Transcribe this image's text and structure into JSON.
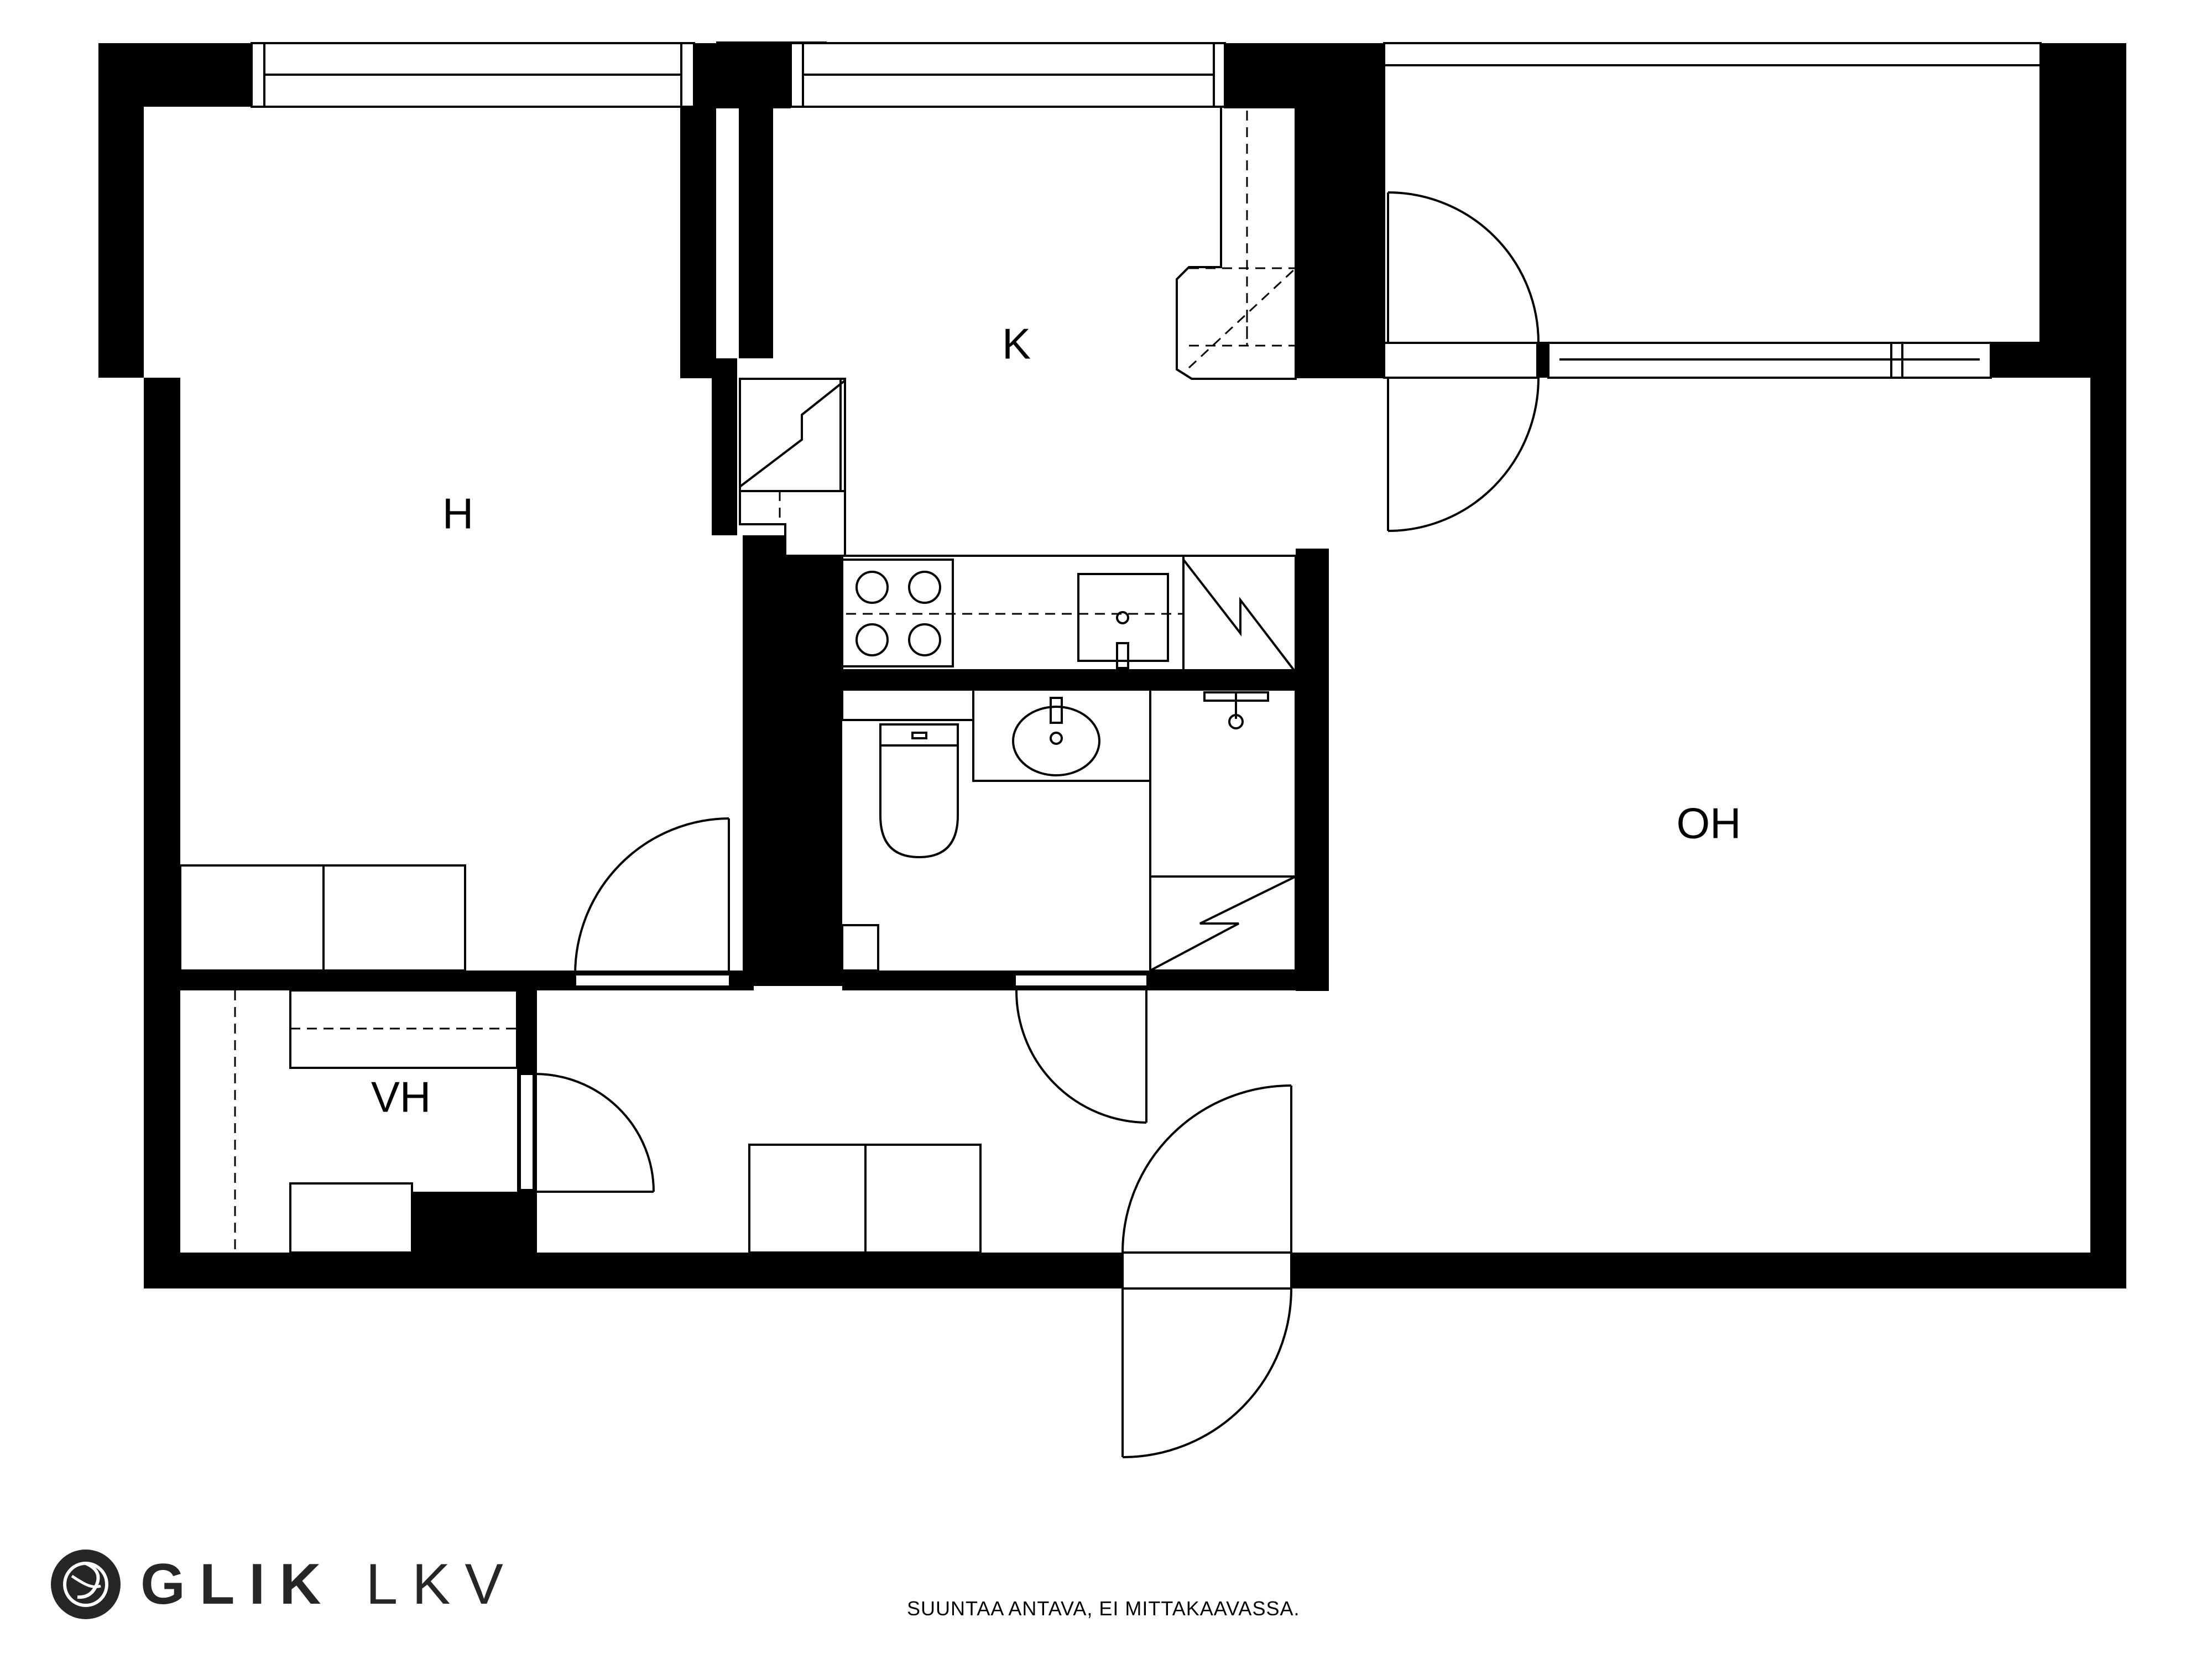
{
  "rooms": {
    "bedroom": "H",
    "kitchen": "K",
    "living_room": "OH",
    "closet": "VH"
  },
  "brand": {
    "logo_bold": "GLIK",
    "logo_light": "LKV"
  },
  "disclaimer": "SUUNTAA ANTAVA, EI MITTAKAAVASSA."
}
